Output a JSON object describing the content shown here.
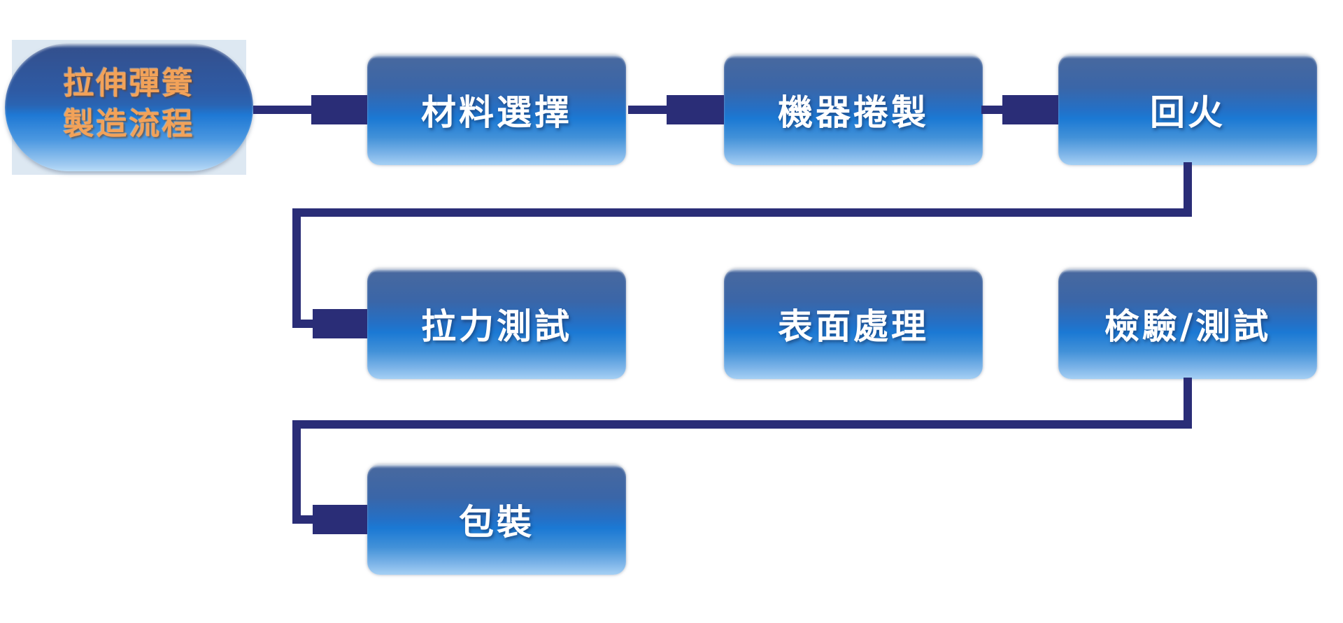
{
  "diagram": {
    "title": "拉伸彈簧製造流程",
    "type": "flowchart",
    "colors": {
      "connector_navy": "#2a2d77",
      "box_gradient_top": "#3a66a8",
      "box_gradient_mid": "#1b79d4",
      "box_gradient_bottom": "#a6d0f4",
      "start_text_orange": "#f2a259",
      "start_backdrop": "#dde8f2",
      "box_text": "#ffffff"
    },
    "start": {
      "line1": "拉伸彈簧",
      "line2": "製造流程"
    },
    "nodes": [
      {
        "label": "材料選擇"
      },
      {
        "label": "機器捲製"
      },
      {
        "label": "回火"
      },
      {
        "label": "拉力測試"
      },
      {
        "label": "表面處理"
      },
      {
        "label": "檢驗/測試"
      },
      {
        "label": "包裝"
      }
    ]
  }
}
